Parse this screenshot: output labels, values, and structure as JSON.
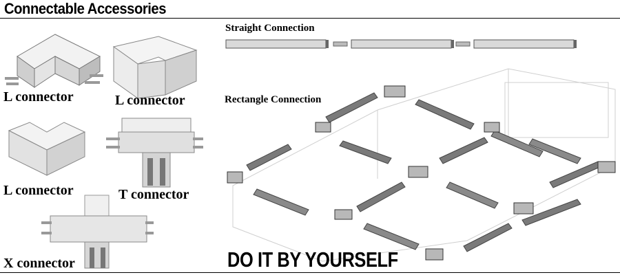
{
  "header": {
    "title": "Connectable Accessories"
  },
  "connectors": [
    {
      "label": "L connector"
    },
    {
      "label": "L connector"
    },
    {
      "label": "L connector"
    },
    {
      "label": "T connector"
    },
    {
      "label": "X connector"
    }
  ],
  "diagrams": {
    "straight_label": "Straight Connection",
    "rectangle_label": "Rectangle Connection"
  },
  "slogan": "DO IT BY YOURSELF",
  "colors": {
    "profile_light": "#dcdcdc",
    "profile_dark": "#6f6f6f",
    "line": "#4a4a4a"
  }
}
